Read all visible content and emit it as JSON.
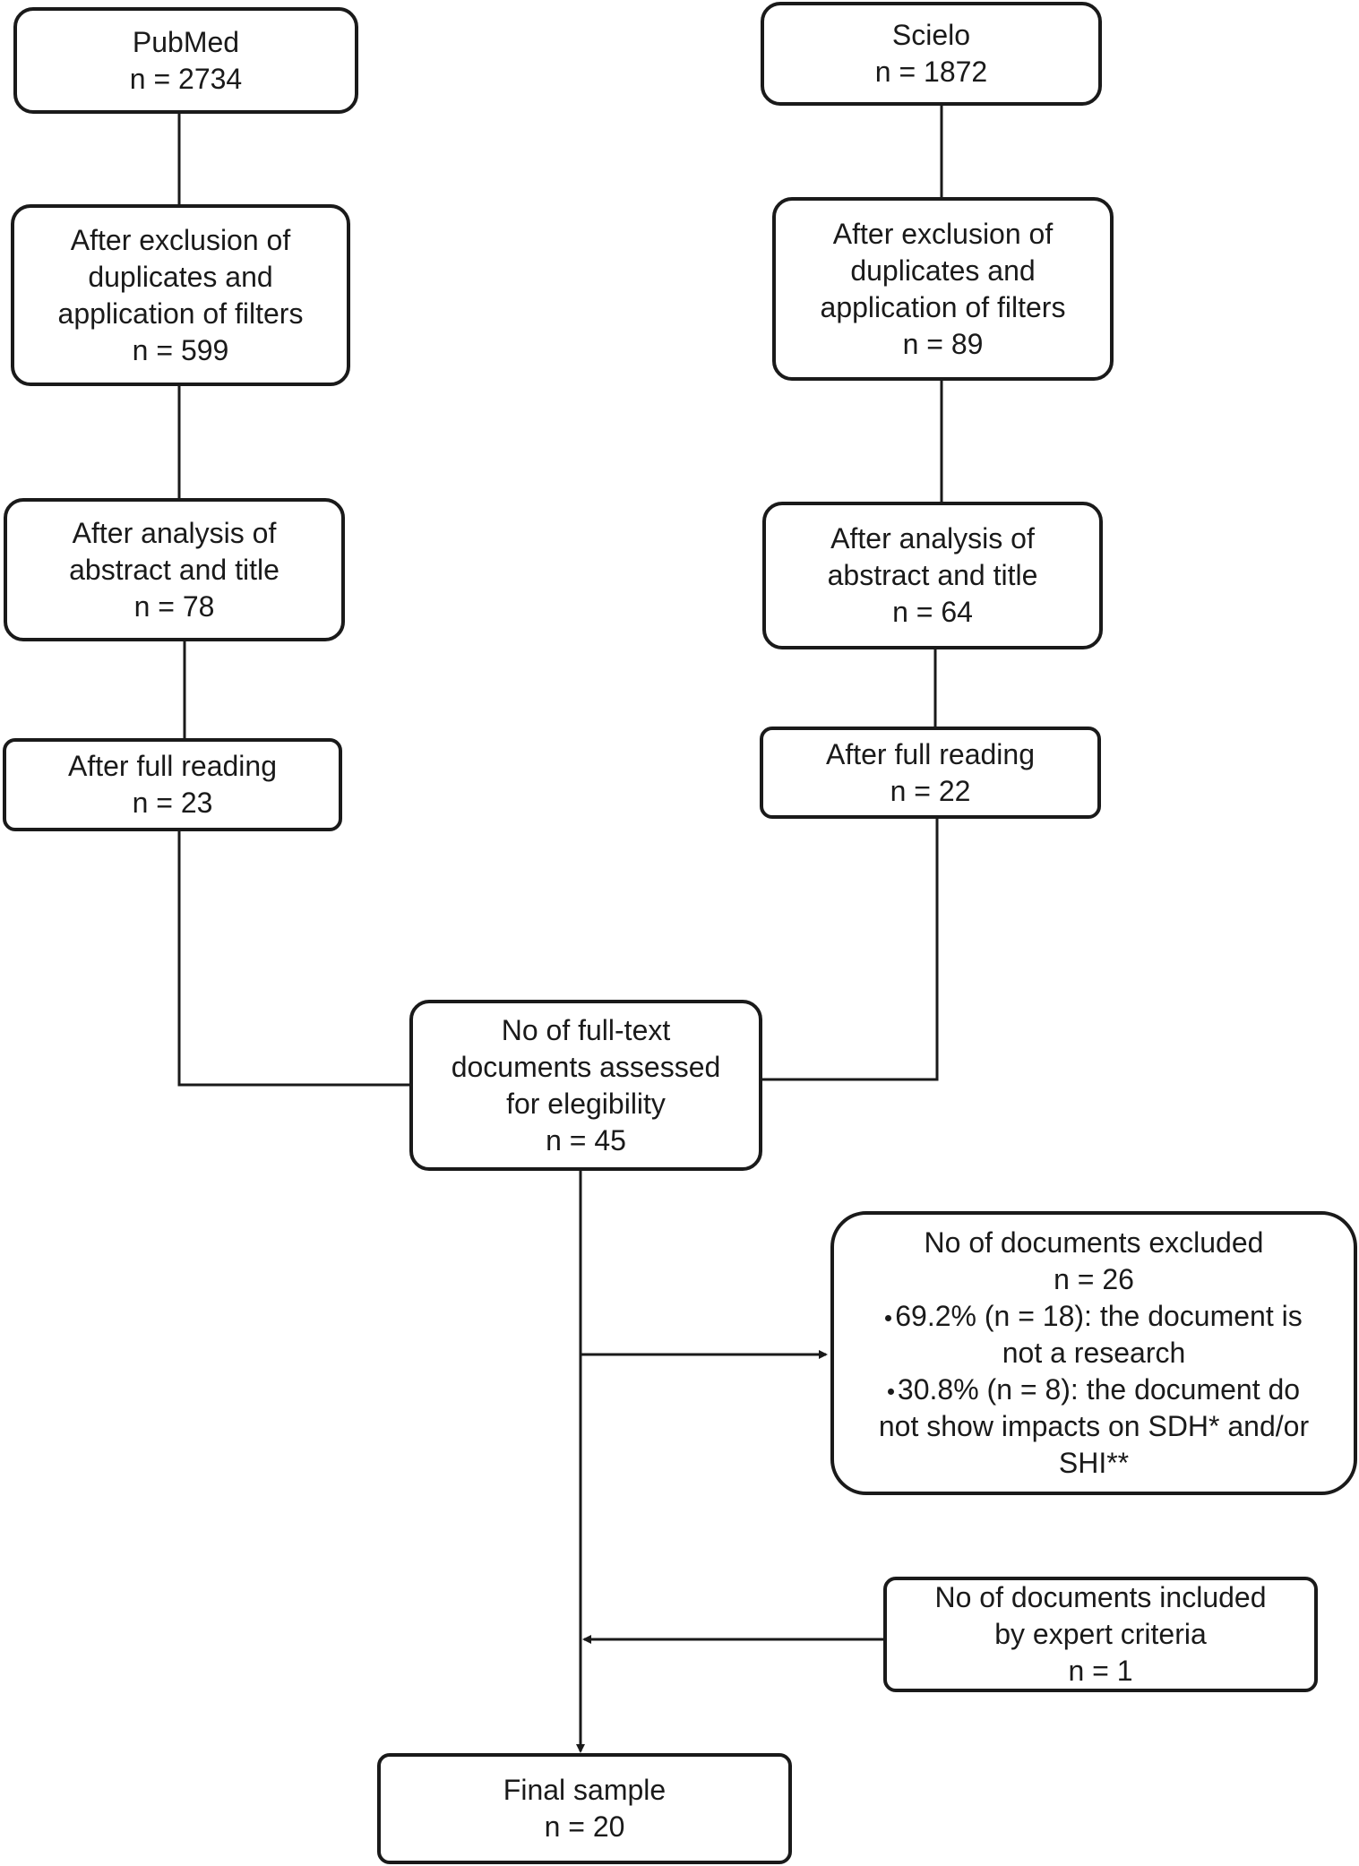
{
  "pubmed": {
    "source": {
      "name": "PubMed",
      "count": "n  = 2734"
    },
    "filters": {
      "lines": [
        "After exclusion of",
        "duplicates and",
        "application of filters"
      ],
      "count": "n = 599"
    },
    "abstract": {
      "lines": [
        "After analysis of",
        "abstract and title"
      ],
      "count": "n = 78"
    },
    "full_reading": {
      "label": "After full reading",
      "count": "n = 23"
    }
  },
  "scielo": {
    "source": {
      "name": "Scielo",
      "count": "n  = 1872"
    },
    "filters": {
      "lines": [
        "After exclusion of",
        "duplicates and",
        "application  of filters"
      ],
      "count": "n = 89"
    },
    "abstract": {
      "lines": [
        "After analysis of",
        "abstract and title"
      ],
      "count": "n = 64"
    },
    "full_reading": {
      "label": "After full reading",
      "count": "n = 22"
    }
  },
  "assessed": {
    "lines": [
      "No of full-text",
      "documents assessed",
      "for elegibility"
    ],
    "count": "n = 45"
  },
  "excluded": {
    "title": "No of documents excluded",
    "count": "n  =  26",
    "reasons": [
      {
        "text": "69.2% (n = 18): the document is not a research"
      },
      {
        "text": "30.8% (n = 8): the document do not show impacts on SDH* and/or SHI**"
      }
    ]
  },
  "expert": {
    "lines": [
      "No of documents included",
      "by expert criteria"
    ],
    "count": "n = 1"
  },
  "final": {
    "label": "Final  sample",
    "count": "n  = 20"
  },
  "colors": {
    "line": "#1a1a1a",
    "background": "#ffffff"
  }
}
